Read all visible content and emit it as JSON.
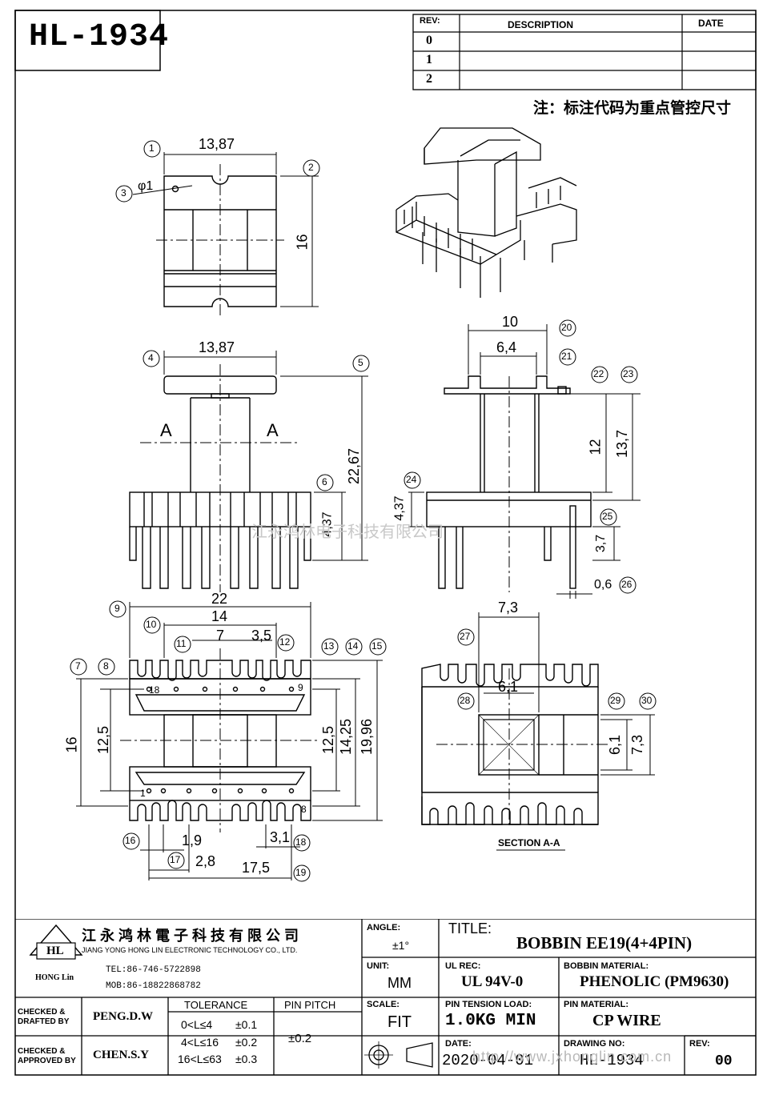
{
  "header": {
    "part_no": "HL-1934",
    "rev_col": "REV:",
    "desc_col": "DESCRIPTION",
    "date_col": "DATE",
    "rev_rows": [
      "0",
      "1",
      "2"
    ],
    "note": "注：标注代码为重点管控尺寸"
  },
  "top_view": {
    "width": "13,87",
    "height": "16",
    "hole": "φ1",
    "callouts": [
      "1",
      "2",
      "3"
    ]
  },
  "front_view": {
    "width": "13,87",
    "height": "22,67",
    "pin_h": "4,37",
    "section_mark": "A",
    "callouts": [
      "4",
      "5",
      "6"
    ]
  },
  "side_view": {
    "dim_top": "10",
    "dim_inner": "6,4",
    "dim_12": "12",
    "dim_13_7": "13,7",
    "dim_4_37": "4,37",
    "dim_3_7": "3,7",
    "dim_0_6": "0,6",
    "callouts": [
      "20",
      "21",
      "22",
      "23",
      "24",
      "25",
      "26"
    ]
  },
  "bottom_view": {
    "dim_22": "22",
    "dim_14": "14",
    "dim_7": "7",
    "dim_3_5": "3,5",
    "dim_16": "16",
    "dim_12_5_left": "12,5",
    "dim_12_5_right": "12,5",
    "dim_14_25": "14,25",
    "dim_19_96": "19,96",
    "dim_1_9": "1,9",
    "dim_2_8": "2,8",
    "dim_3_1": "3,1",
    "dim_17_5": "17,5",
    "pin_labels": [
      "18",
      "9",
      "1",
      "8"
    ],
    "callouts": [
      "7",
      "8",
      "9",
      "10",
      "11",
      "12",
      "13",
      "14",
      "15",
      "16",
      "17",
      "18",
      "19"
    ]
  },
  "section_view": {
    "dim_7_3": "7,3",
    "dim_6_1": "6,1",
    "dim_6_1_v": "6,1",
    "dim_7_3_v": "7,3",
    "caption": "SECTION A-A",
    "callouts": [
      "27",
      "28",
      "29",
      "30"
    ]
  },
  "watermark": "江永鸿林电子科技有限公司",
  "title_block": {
    "company_cn": "江 永 鸿 林 電 子 科 技 有 限 公 司",
    "company_en": "JIANG YONG HONG LIN ELECTRONIC TECHNOLOGY CO., LTD.",
    "logo": "HL",
    "logo_sub": "HONG Lin",
    "tel": "TEL:86-746-5722898",
    "mob": "MOB:86-18822868782",
    "angle_label": "ANGLE:",
    "angle_value": "±1°",
    "title_label": "TITLE:",
    "title_value": "BOBBIN EE19(4+4PIN)",
    "unit_label": "UNIT:",
    "unit_value": "MM",
    "ul_label": "UL REC:",
    "ul_value": "UL 94V-0",
    "bobbin_mat_label": "BOBBIN MATERIAL:",
    "bobbin_mat_value": "PHENOLIC (PM9630)",
    "checked_drafted": "CHECKED & DRAFTED BY",
    "drafter": "PENG.D.W",
    "tolerance_label": "TOLERANCE",
    "tol_rows": [
      {
        "range": "0<L≤4",
        "value": "±0.1"
      },
      {
        "range": "4<L≤16",
        "value": "±0.2"
      },
      {
        "range": "16<L≤63",
        "value": "±0.3"
      }
    ],
    "pin_pitch_label": "PIN PITCH",
    "pin_pitch_value": "±0.2",
    "scale_label": "SCALE:",
    "scale_value": "FIT",
    "pin_tension_label": "PIN TENSION LOAD:",
    "pin_tension_value": "1.0KG MIN",
    "pin_mat_label": "PIN MATERIAL:",
    "pin_mat_value": "CP WIRE",
    "checked_approved": "CHECKED & APPROVED BY",
    "approver": "CHEN.S.Y",
    "date_label": "DATE:",
    "date_value": "2020-04-01",
    "drawing_no_label": "DRAWING NO:",
    "drawing_no_value": "HL-1934",
    "rev_label": "REV:",
    "rev_value": "00",
    "web_watermark": "http://www.jxhonglin.com.cn"
  }
}
